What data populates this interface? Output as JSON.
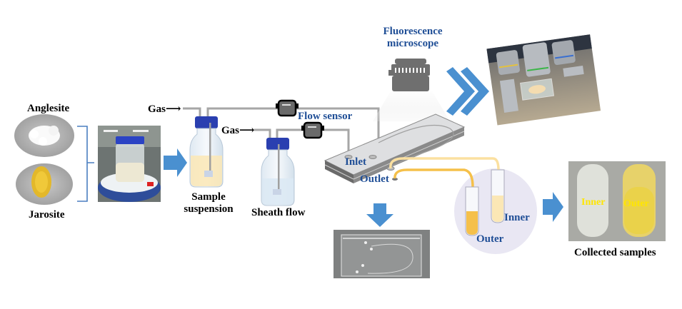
{
  "labels": {
    "anglesite": "Anglesite",
    "jarosite": "Jarosite",
    "gas_1": "Gas",
    "gas_2": "Gas",
    "flow_sensor": "Flow sensor",
    "sample_suspension_line1": "Sample",
    "sample_suspension_line2": "suspension",
    "sheath_flow": "Sheath flow",
    "fluorescence_line1": "Fluorescence",
    "fluorescence_line2": "microscope",
    "inlet": "Inlet",
    "outlet": "Outlet",
    "tube_inner": "Inner",
    "tube_outer": "Outer",
    "collected_inner": "Inner",
    "collected_outer": "Outer",
    "collected_samples": "Collected samples"
  },
  "colors": {
    "arrow_blue": "#4a90d0",
    "label_blue": "#1f4e96",
    "bottle_cap": "#2a3fb0",
    "tubing_gray": "#a6a6a6",
    "inner_fluid": "#fbe7b5",
    "outer_fluid": "#f5c04a",
    "highlight_yellow": "#ffe600",
    "circle_bg": "#e9e7f3"
  }
}
